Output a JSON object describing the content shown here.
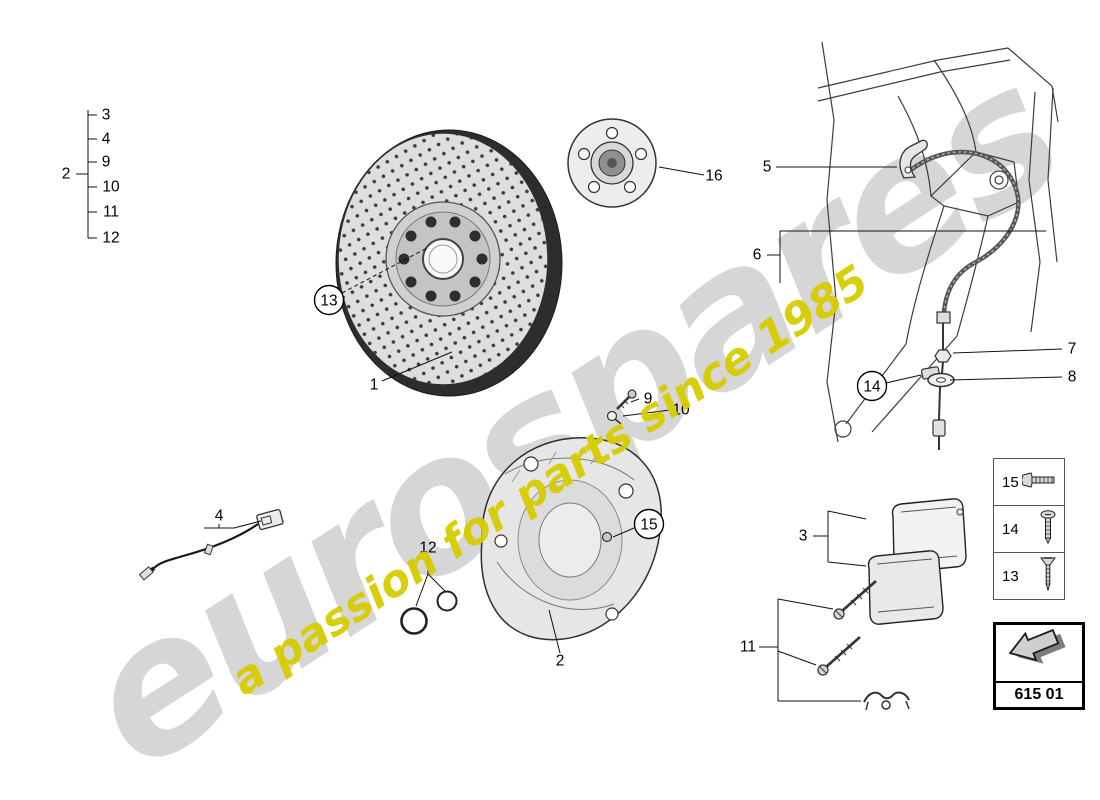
{
  "watermark": {
    "brand": "eurospares",
    "tagline": "a passion for parts since 1985",
    "brand_color": "#9e9e9e",
    "tagline_color": "#d6cc00"
  },
  "legend": {
    "group_label": "2",
    "items": [
      "3",
      "4",
      "9",
      "10",
      "11",
      "12"
    ]
  },
  "callouts": {
    "brake_disc": "1",
    "housing": "2",
    "brake_pads": "3",
    "speed_sensor": "4",
    "hose_bracket": "5",
    "brake_hose": "6",
    "union": "7",
    "grommet": "8",
    "bleeder_valve": "9",
    "dust_cap": "10",
    "pad_screws": "11",
    "seal_rings": "12",
    "wheel_hub": "16"
  },
  "circled_callouts": {
    "disc_bolt": "13",
    "hose_clamp": "14",
    "housing_bolt": "15"
  },
  "hardware_panel": {
    "rows": [
      {
        "number": "15",
        "icon": "hex-bolt-icon"
      },
      {
        "number": "14",
        "icon": "pan-head-screw-icon"
      },
      {
        "number": "13",
        "icon": "countersunk-screw-icon"
      }
    ]
  },
  "code_box": {
    "code": "615 01",
    "icon": "nav-arrow-icon"
  }
}
